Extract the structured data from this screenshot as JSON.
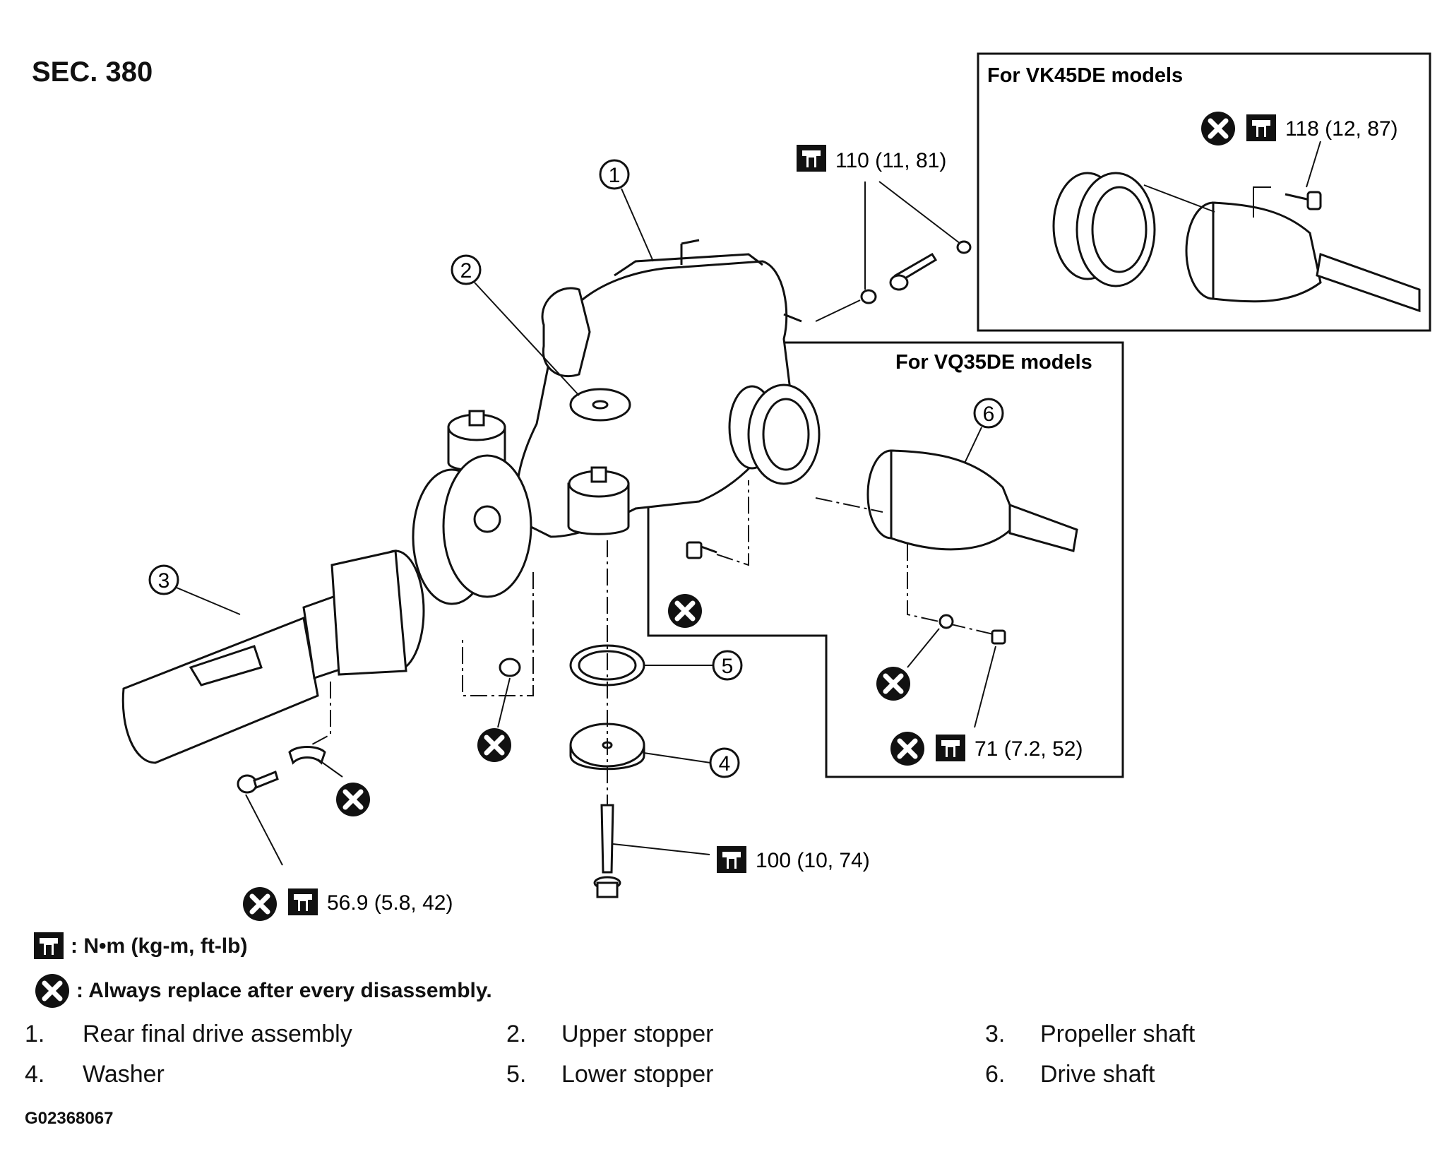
{
  "section": "SEC. 380",
  "insets": {
    "vk45de": {
      "title": "For VK45DE models",
      "torque": "118 (12, 87)"
    },
    "vq35de": {
      "title": "For VQ35DE models"
    }
  },
  "callouts": {
    "c1": "1",
    "c2": "2",
    "c3": "3",
    "c4": "4",
    "c5": "5",
    "c6": "6"
  },
  "torques": {
    "t110": "110 (11, 81)",
    "t71": "71 (7.2, 52)",
    "t100": "100 (10, 74)",
    "t56": "56.9 (5.8, 42)"
  },
  "legend": {
    "torque_unit": ": N•m (kg-m, ft-lb)",
    "replace_note": ": Always replace after every disassembly."
  },
  "parts": [
    {
      "num": "1.",
      "label": "Rear final drive assembly"
    },
    {
      "num": "2.",
      "label": "Upper stopper"
    },
    {
      "num": "3.",
      "label": "Propeller shaft"
    },
    {
      "num": "4.",
      "label": "Washer"
    },
    {
      "num": "5.",
      "label": "Lower stopper"
    },
    {
      "num": "6.",
      "label": "Drive shaft"
    }
  ],
  "figure_code": "G02368067"
}
